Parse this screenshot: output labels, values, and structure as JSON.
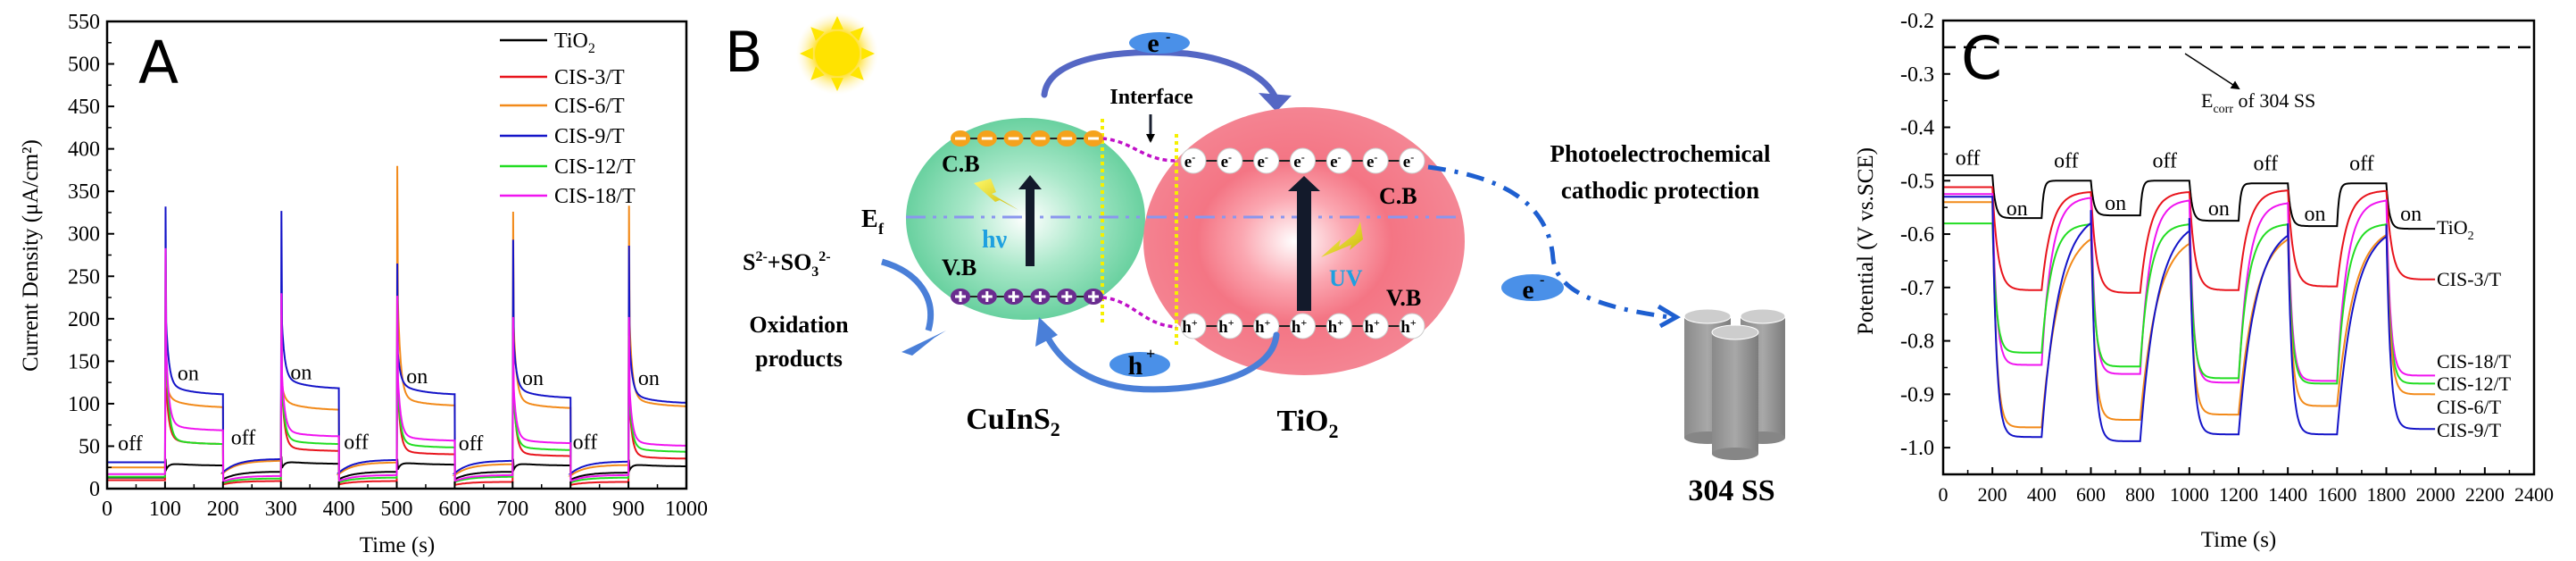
{
  "chart_data": [
    {
      "panel": "A",
      "type": "line",
      "title": "",
      "xlabel": "Time (s)",
      "ylabel": "Current Density (μA/cm²)",
      "xlim": [
        0,
        1000
      ],
      "ylim": [
        0,
        550
      ],
      "xticks": [
        0,
        100,
        200,
        300,
        400,
        500,
        600,
        700,
        800,
        900,
        1000
      ],
      "yticks": [
        0,
        50,
        100,
        150,
        200,
        250,
        300,
        350,
        400,
        450,
        500,
        550
      ],
      "legend_position": "top-right",
      "annotations": [
        {
          "text": "off",
          "x": 40,
          "y": 45
        },
        {
          "text": "on",
          "x": 140,
          "y": 128
        },
        {
          "text": "off",
          "x": 235,
          "y": 52
        },
        {
          "text": "on",
          "x": 335,
          "y": 129
        },
        {
          "text": "off",
          "x": 430,
          "y": 47
        },
        {
          "text": "on",
          "x": 535,
          "y": 124
        },
        {
          "text": "off",
          "x": 628,
          "y": 45
        },
        {
          "text": "on",
          "x": 735,
          "y": 122
        },
        {
          "text": "off",
          "x": 825,
          "y": 47
        },
        {
          "text": "on",
          "x": 935,
          "y": 122
        }
      ],
      "on_intervals": [
        [
          100,
          200
        ],
        [
          300,
          400
        ],
        [
          500,
          600
        ],
        [
          700,
          800
        ],
        [
          900,
          1000
        ]
      ],
      "series": [
        {
          "name": "TiO2",
          "label_main": "TiO",
          "label_sub": "2",
          "color": "#000000",
          "off_levels": [
            13,
            20,
            20,
            20,
            19
          ],
          "peaks": [
            35,
            38,
            35,
            35,
            34
          ],
          "on_levels": [
            27,
            29,
            28,
            27,
            26
          ]
        },
        {
          "name": "CIS-3/T",
          "label_main": "CIS-3/T",
          "label_sub": "",
          "color": "#e8141c",
          "off_levels": [
            10,
            9,
            9,
            8,
            8
          ],
          "peaks": [
            210,
            202,
            196,
            194,
            172
          ],
          "on_levels": [
            52,
            44,
            40,
            38,
            35
          ]
        },
        {
          "name": "CIS-6/T",
          "label_main": "CIS-6/T",
          "label_sub": "",
          "color": "#f28a1a",
          "off_levels": [
            25,
            33,
            31,
            29,
            28
          ],
          "peaks": [
            210,
            200,
            380,
            326,
            333
          ],
          "on_levels": [
            95,
            92,
            97,
            94,
            96
          ]
        },
        {
          "name": "CIS-9/T",
          "label_main": "CIS-9/T",
          "label_sub": "",
          "color": "#1414c8",
          "off_levels": [
            31,
            35,
            34,
            33,
            32
          ],
          "peaks": [
            332,
            327,
            265,
            293,
            286
          ],
          "on_levels": [
            110,
            117,
            110,
            106,
            100
          ]
        },
        {
          "name": "CIS-12/T",
          "label_main": "CIS-12/T",
          "label_sub": "",
          "color": "#22dd22",
          "off_levels": [
            14,
            12,
            13,
            14,
            13
          ],
          "peaks": [
            283,
            205,
            200,
            180,
            180
          ],
          "on_levels": [
            52,
            52,
            48,
            45,
            43
          ]
        },
        {
          "name": "CIS-18/T",
          "label_main": "CIS-18/T",
          "label_sub": "",
          "color": "#f014f0",
          "off_levels": [
            17,
            15,
            16,
            16,
            16
          ],
          "peaks": [
            283,
            230,
            227,
            202,
            202
          ],
          "on_levels": [
            68,
            61,
            56,
            53,
            50
          ]
        }
      ]
    },
    {
      "panel": "C",
      "type": "line",
      "title": "",
      "xlabel": "Time (s)",
      "ylabel": "Potential (V vs.SCE)",
      "xlim": [
        0,
        2400
      ],
      "ylim": [
        -1.05,
        -0.2
      ],
      "xticks": [
        0,
        200,
        400,
        600,
        800,
        1000,
        1200,
        1400,
        1600,
        1800,
        2000,
        2200,
        2400
      ],
      "yticks": [
        -1.0,
        -0.9,
        -0.8,
        -0.7,
        -0.6,
        -0.5,
        -0.4,
        -0.3,
        -0.2
      ],
      "ytick_labels": [
        "-1.0",
        "-0.9",
        "-0.8",
        "-0.7",
        "-0.6",
        "-0.5",
        "-0.4",
        "-0.3",
        "-0.2"
      ],
      "reference_line": {
        "value": -0.25,
        "label_main": "E",
        "label_sub": "corr",
        "label_rest": " of 304 SS"
      },
      "annotations": [
        {
          "text": "off",
          "x": 100,
          "y": -0.47
        },
        {
          "text": "on",
          "x": 300,
          "y": -0.565
        },
        {
          "text": "off",
          "x": 500,
          "y": -0.475
        },
        {
          "text": "on",
          "x": 700,
          "y": -0.555
        },
        {
          "text": "off",
          "x": 900,
          "y": -0.475
        },
        {
          "text": "on",
          "x": 1120,
          "y": -0.565
        },
        {
          "text": "off",
          "x": 1310,
          "y": -0.48
        },
        {
          "text": "on",
          "x": 1510,
          "y": -0.575
        },
        {
          "text": "off",
          "x": 1700,
          "y": -0.48
        },
        {
          "text": "on",
          "x": 1900,
          "y": -0.575
        }
      ],
      "on_intervals": [
        [
          200,
          400
        ],
        [
          600,
          800
        ],
        [
          1000,
          1200
        ],
        [
          1400,
          1600
        ],
        [
          1800,
          2000
        ]
      ],
      "series": [
        {
          "name": "TiO2",
          "label_main": "TiO",
          "label_sub": "2",
          "color": "#000000",
          "off_levels": [
            -0.49,
            -0.5,
            -0.5,
            -0.505,
            -0.505
          ],
          "on_levels": [
            -0.57,
            -0.565,
            -0.575,
            -0.585,
            -0.59
          ]
        },
        {
          "name": "CIS-3/T",
          "label_main": "CIS-3/T",
          "label_sub": "",
          "color": "#e8141c",
          "off_levels": [
            -0.512,
            -0.52,
            -0.52,
            -0.517,
            -0.518
          ],
          "on_levels": [
            -0.705,
            -0.71,
            -0.705,
            -0.698,
            -0.685
          ]
        },
        {
          "name": "CIS-18/T",
          "label_main": "CIS-18/T",
          "label_sub": "",
          "color": "#f014f0",
          "off_levels": [
            -0.525,
            -0.53,
            -0.535,
            -0.54,
            -0.535
          ],
          "on_levels": [
            -0.845,
            -0.862,
            -0.878,
            -0.875,
            -0.865
          ]
        },
        {
          "name": "CIS-12/T",
          "label_main": "CIS-12/T",
          "label_sub": "",
          "color": "#22dd22",
          "off_levels": [
            -0.58,
            -0.58,
            -0.58,
            -0.58,
            -0.58
          ],
          "on_levels": [
            -0.822,
            -0.848,
            -0.87,
            -0.88,
            -0.88
          ]
        },
        {
          "name": "CIS-6/T",
          "label_main": "CIS-6/T",
          "label_sub": "",
          "color": "#f28a1a",
          "off_levels": [
            -0.54,
            -0.588,
            -0.598,
            -0.59,
            -0.582
          ],
          "on_levels": [
            -0.962,
            -0.948,
            -0.938,
            -0.922,
            -0.9
          ]
        },
        {
          "name": "CIS-9/T",
          "label_main": "CIS-9/T",
          "label_sub": "",
          "color": "#1414c8",
          "off_levels": [
            -0.53,
            -0.555,
            -0.57,
            -0.58,
            -0.582
          ],
          "on_levels": [
            -0.98,
            -0.988,
            -0.975,
            -0.975,
            -0.965
          ]
        }
      ]
    }
  ],
  "panels": {
    "a_label": "A",
    "b_label": "B",
    "c_label": "C"
  },
  "diagram": {
    "cb_label": "C.B",
    "vb_label": "V.B",
    "ef_main": "E",
    "ef_sub": "f",
    "hv_label": "hν",
    "uv_label": "UV",
    "interface_label": "Interface",
    "electron_main": "e",
    "electron_sup": "-",
    "hole_main": "h",
    "hole_sup": "+",
    "scavenger_s": "S",
    "scavenger_s_sup": "2-",
    "scavenger_plus": "+SO",
    "scavenger_sub": "3",
    "scavenger_sup2": "2-",
    "oxidation_line1": "Oxidation",
    "oxidation_line2": "products",
    "pecp_line1": "Photoelectrochemical",
    "pecp_line2": "cathodic protection",
    "cuins2_main": "CuInS",
    "cuins2_sub": "2",
    "tio2_main": "TiO",
    "tio2_sub": "2",
    "steel_label": "304 SS",
    "cis_minus_count": 6,
    "cis_plus_count": 6,
    "tio2_electron_count": 7,
    "tio2_hole_count": 7,
    "colors": {
      "cuins2_sphere": "#5fcf9a",
      "tio2_sphere": "#f3707f",
      "electron_dot": "#f5a21c",
      "hole_dot": "#6a2c8f",
      "transfer_arrow": "#5567c4",
      "flow_blue": "#1e5fd0",
      "bubble_blue": "#4a90e8",
      "interface_yellow": "#f5f000",
      "connector_magenta": "#c010c8",
      "fermi_line": "#8a96ee",
      "hv_text": "#1ea0e0"
    }
  }
}
